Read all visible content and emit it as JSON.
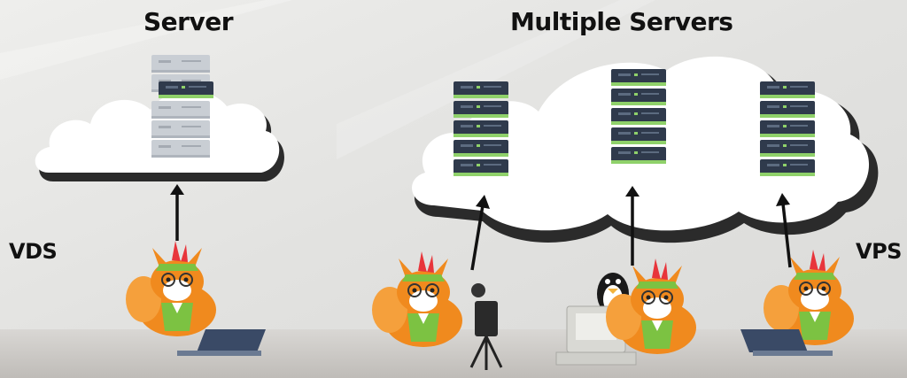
{
  "labels": {
    "server": "Server",
    "multiple_servers": "Multiple Servers",
    "vds": "VDS",
    "vps": "VPS"
  },
  "colors": {
    "wall": "#e4e4e2",
    "floor": "#d6d4d2",
    "cloud": "#ffffff",
    "cloud_shadow": "#2b2b2b",
    "server_dark": "#2f3a4c",
    "server_accent": "#8fd16a",
    "server_light": "#c9ced4",
    "fox_orange": "#f08a1e",
    "fox_green": "#7cc242",
    "fox_crest": "#e8353b",
    "arrow": "#111111"
  },
  "icons": [
    "server-rack-icon",
    "cloud-icon",
    "fox-mascot-icon",
    "laptop-icon",
    "camera-icon",
    "linux-penguin-icon",
    "desktop-computer-icon",
    "arrow-up-icon"
  ]
}
